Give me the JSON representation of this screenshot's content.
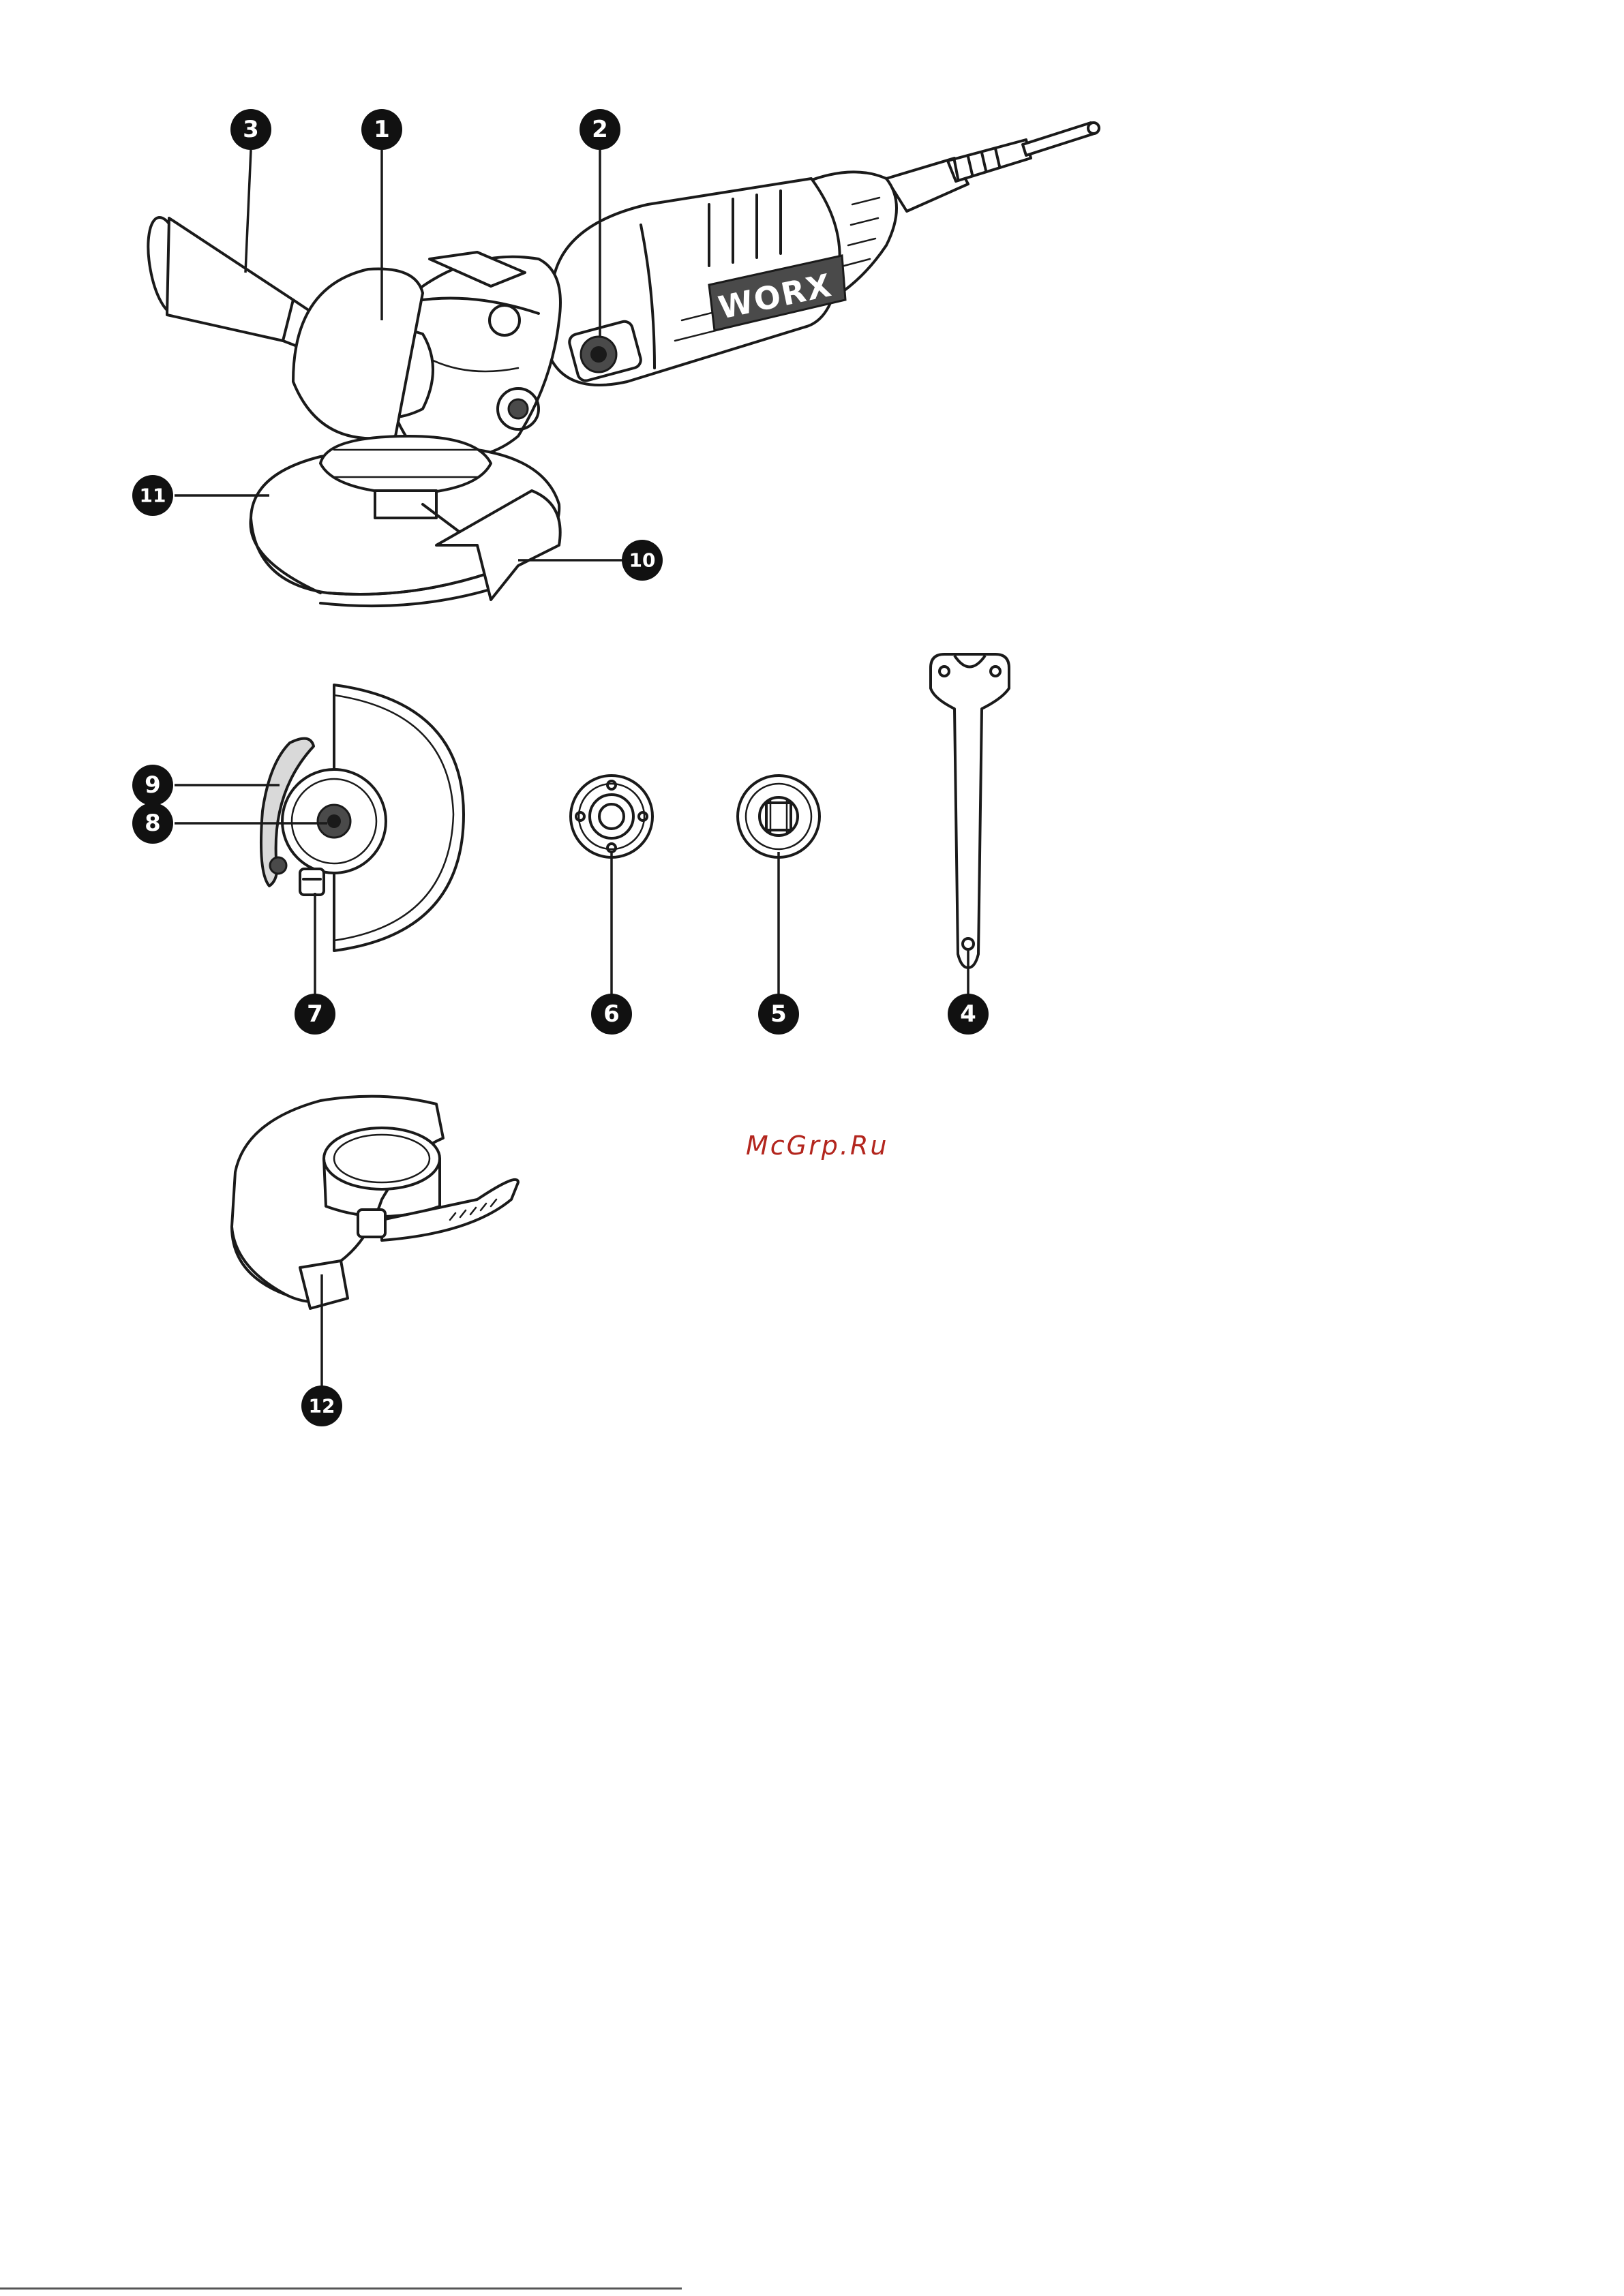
{
  "brand_on_tool": "WORX",
  "watermark": "McGrp.Ru",
  "callouts": [
    {
      "id": "1",
      "label": "1"
    },
    {
      "id": "2",
      "label": "2"
    },
    {
      "id": "3",
      "label": "3"
    },
    {
      "id": "4",
      "label": "4"
    },
    {
      "id": "5",
      "label": "5"
    },
    {
      "id": "6",
      "label": "6"
    },
    {
      "id": "7",
      "label": "7"
    },
    {
      "id": "8",
      "label": "8"
    },
    {
      "id": "9",
      "label": "9"
    },
    {
      "id": "10",
      "label": "10"
    },
    {
      "id": "11",
      "label": "11"
    },
    {
      "id": "12",
      "label": "12"
    }
  ],
  "colors": {
    "ink": "#1a1a1a",
    "badge": "#111111",
    "watermark": "#b3261e",
    "paper": "#ffffff"
  }
}
